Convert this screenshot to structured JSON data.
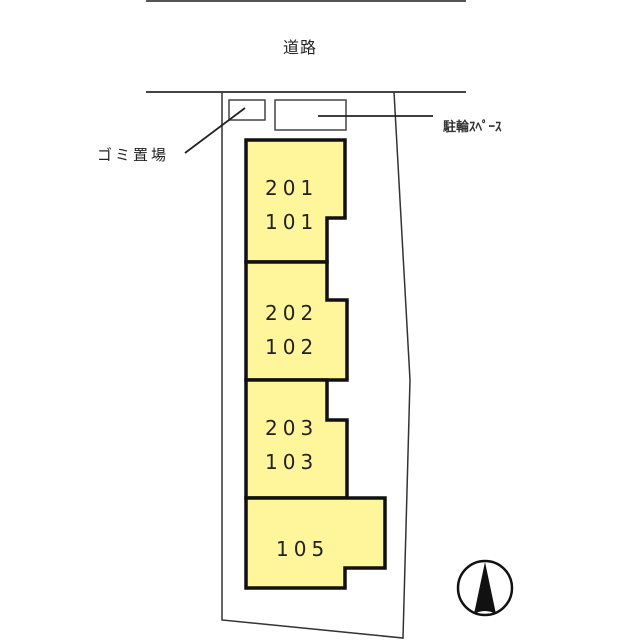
{
  "road": {
    "label": "道路"
  },
  "facilities": {
    "garbage": {
      "label": "ゴミ置場"
    },
    "bicycle_parking": {
      "label": "駐輪ｽﾍﾟｰｽ"
    }
  },
  "buildings": [
    {
      "units": [
        "201",
        "101"
      ]
    },
    {
      "units": [
        "202",
        "102"
      ]
    },
    {
      "units": [
        "203",
        "103"
      ]
    },
    {
      "units": [
        "105"
      ]
    }
  ],
  "compass": {
    "direction": "north"
  },
  "colors": {
    "building_fill": "#FFF59A",
    "building_stroke": "#111111",
    "line": "#333333"
  }
}
